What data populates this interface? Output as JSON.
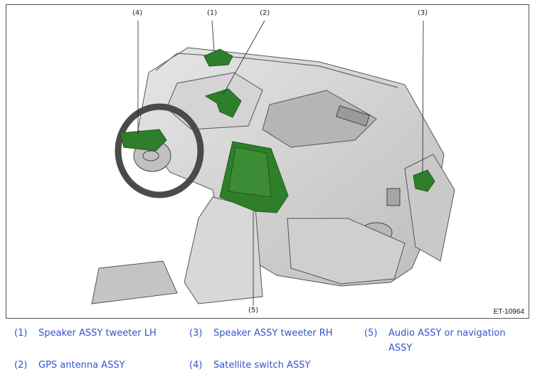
{
  "figure": {
    "code": "ET-10964",
    "colors": {
      "part_green": "#2f7f2a",
      "part_green_dark": "#1f5a1c",
      "outline": "#333333",
      "dash_gray": "#cfcfcf"
    },
    "callouts": [
      {
        "num": "(1)"
      },
      {
        "num": "(2)"
      },
      {
        "num": "(3)"
      },
      {
        "num": "(4)"
      },
      {
        "num": "(5)"
      }
    ]
  },
  "legend": {
    "color": "#3355cc",
    "items": [
      {
        "num": "(1)",
        "text": "Speaker ASSY tweeter LH"
      },
      {
        "num": "(3)",
        "text": "Speaker ASSY tweeter RH"
      },
      {
        "num": "(5)",
        "text": "Audio ASSY or navigation ASSY"
      },
      {
        "num": "(2)",
        "text": "GPS antenna ASSY"
      },
      {
        "num": "(4)",
        "text": "Satellite switch ASSY"
      }
    ]
  }
}
